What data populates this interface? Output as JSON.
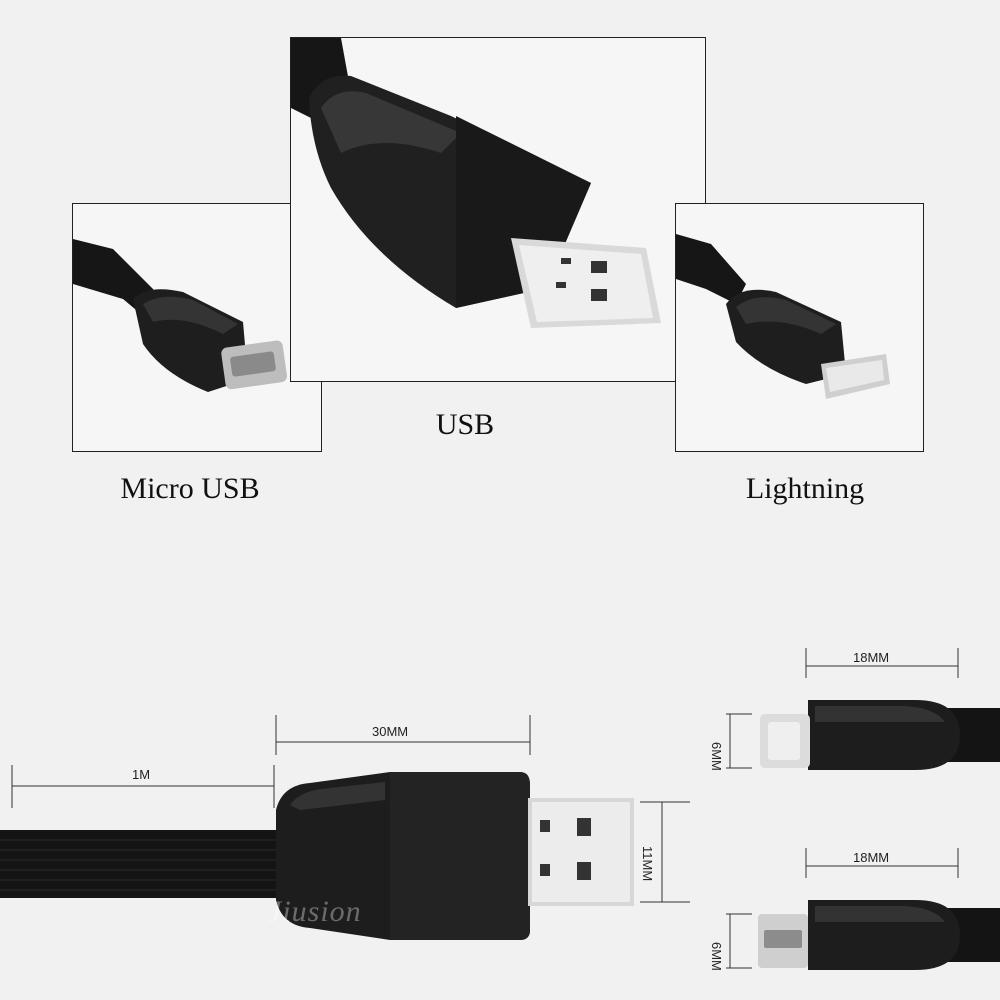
{
  "captions": {
    "usb": "USB",
    "micro_usb": "Micro USB",
    "lightning": "Lightning"
  },
  "dimensions": {
    "cable_length": "1M",
    "usb_head_length": "30MM",
    "usb_head_width": "11MM",
    "lightning_head_length": "18MM",
    "lightning_head_width": "6MM",
    "micro_head_length": "18MM",
    "micro_head_width": "6MM"
  },
  "watermark": "Jiusion",
  "colors": {
    "background": "#f1f1f1",
    "cable": "#151515",
    "connector_metal": "#d6d6d6"
  }
}
